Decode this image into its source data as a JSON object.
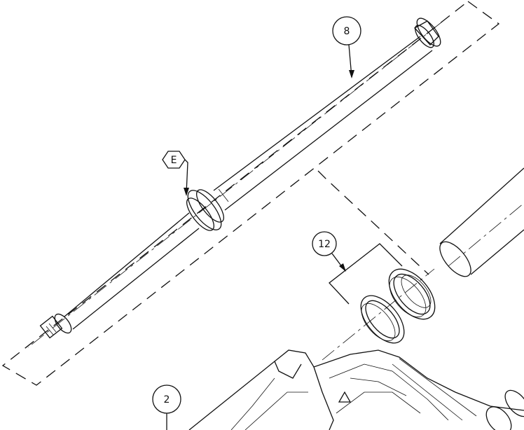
{
  "callouts": {
    "part_8": "8",
    "part_e": "E",
    "part_12": "12",
    "part_2": "2"
  },
  "colors": {
    "ink": "#111111",
    "background": "#ffffff"
  }
}
